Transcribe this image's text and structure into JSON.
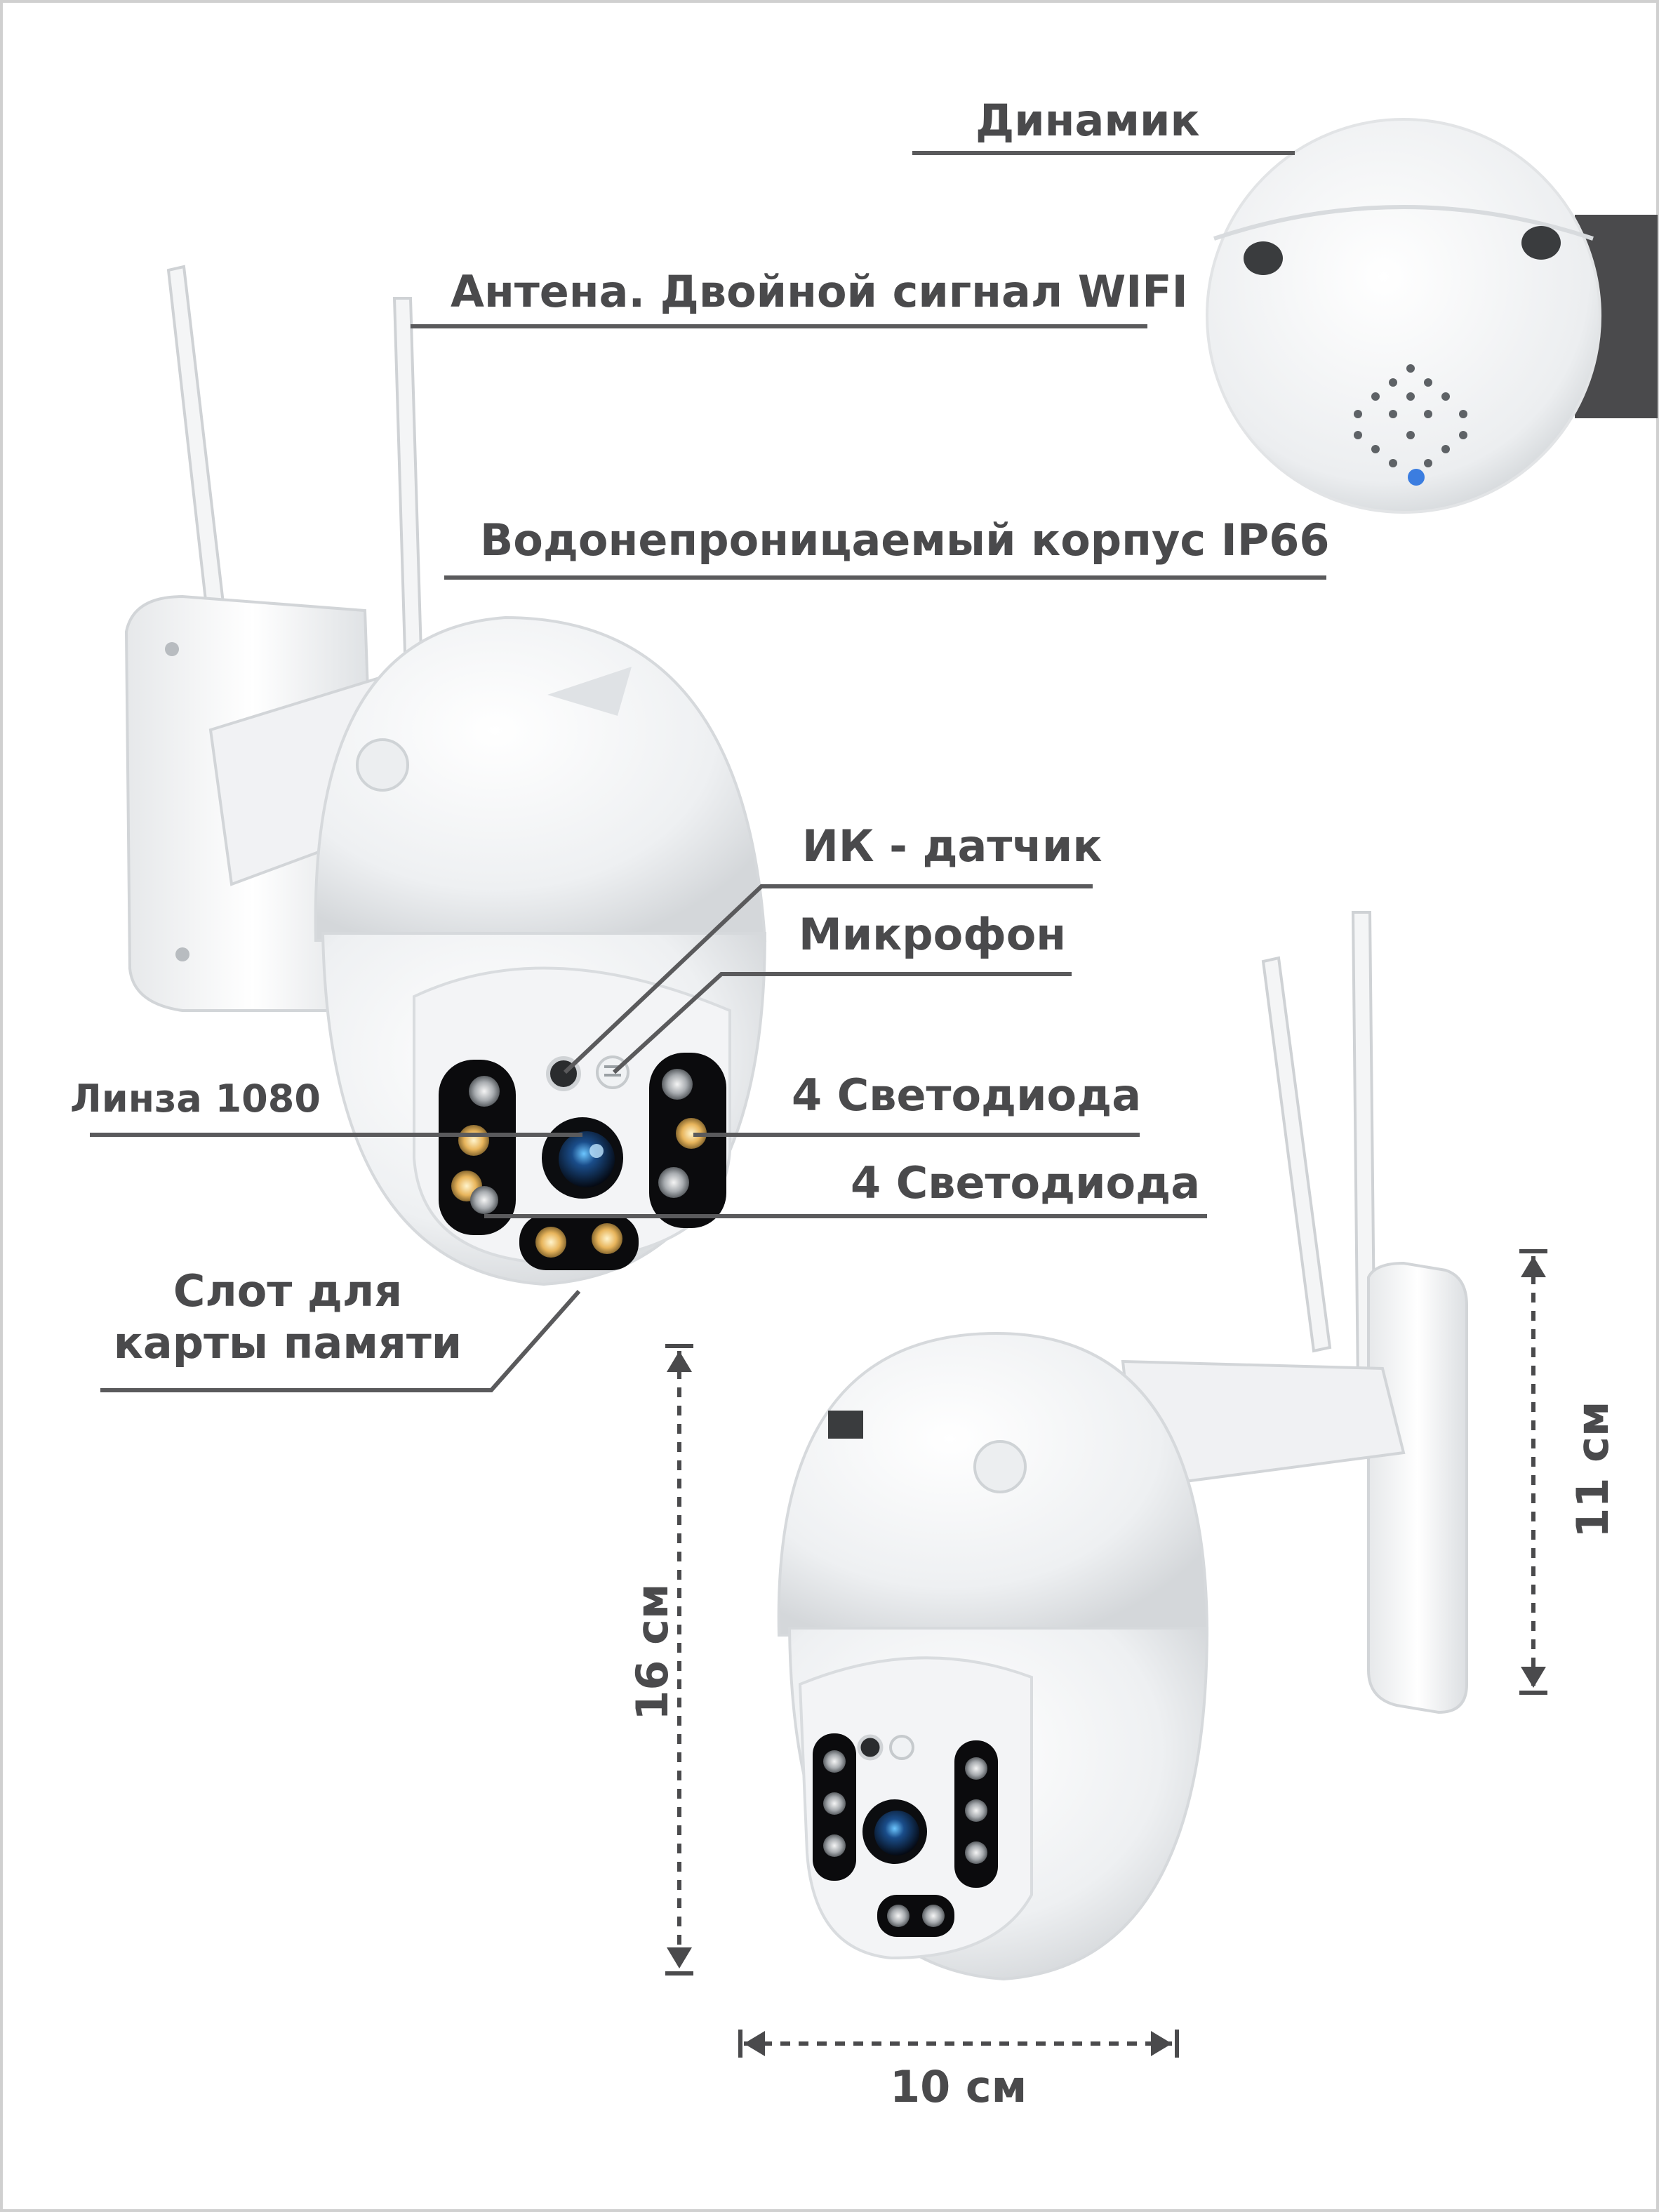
{
  "labels": {
    "speaker": "Динамик",
    "antenna": "Антена. Двойной сигнал WIFI",
    "waterproof": "Водонепроницаемый корпус IP66",
    "ir_sensor": "ИК - датчик",
    "microphone": "Микрофон",
    "lens": "Линза 1080",
    "leds_1": "4 Светодиода",
    "leds_2": "4 Светодиода",
    "memory_slot_line1": "Слот для",
    "memory_slot_line2": "карты памяти"
  },
  "dimensions": {
    "height": "16 см",
    "width": "10 см",
    "depth": "11 см"
  },
  "colors": {
    "text": "#4a4a4c",
    "leader_line": "#5a5a5c",
    "accent_block": "#4a4a4c",
    "frame": "#d0d0d0"
  }
}
